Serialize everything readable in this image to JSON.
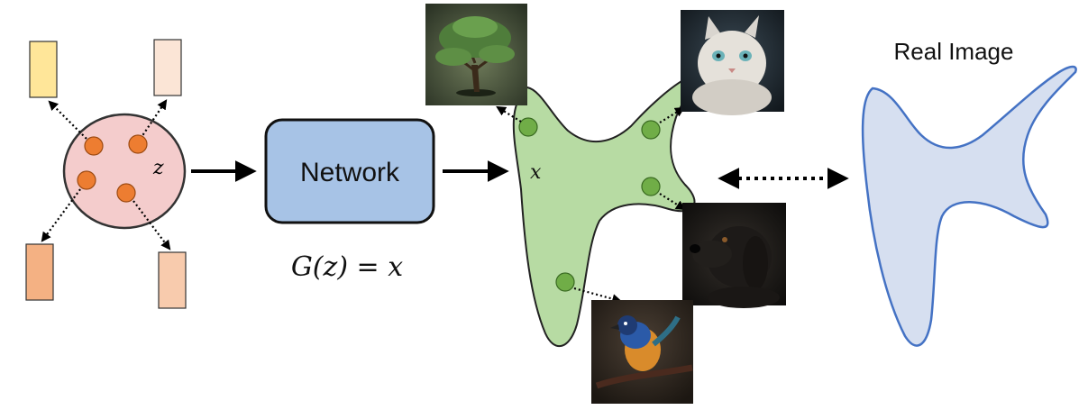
{
  "latent": {
    "symbol": "z",
    "ellipse_color": "#f4cccc",
    "point_color": "#ed7d31",
    "vector_colors": [
      "#ffe699",
      "#fbe5d6",
      "#f4b183",
      "#f8cbad"
    ]
  },
  "network": {
    "label": "Network",
    "fill_color": "#a7c3e6",
    "equation": "G(z) = x"
  },
  "generated": {
    "symbol": "x",
    "fill_color": "#b7dba3",
    "point_color": "#70ad47",
    "images": [
      {
        "subject": "tree",
        "icon": "tree-image"
      },
      {
        "subject": "cat",
        "icon": "cat-image"
      },
      {
        "subject": "dog",
        "icon": "dog-image"
      },
      {
        "subject": "bird",
        "icon": "bird-image"
      }
    ]
  },
  "real": {
    "label": "Real Image",
    "fill_color": "#d6dff0",
    "stroke_color": "#4472c4"
  }
}
